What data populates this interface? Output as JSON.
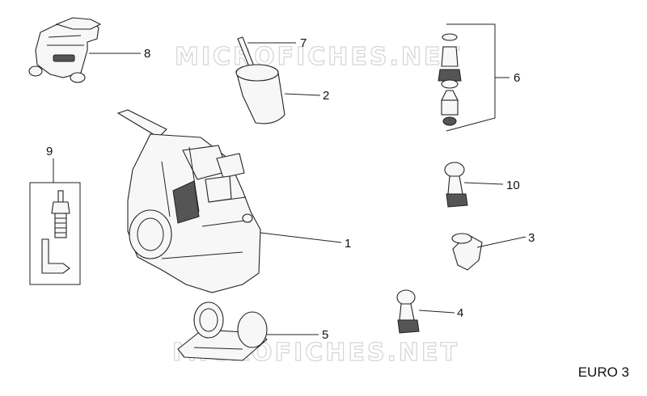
{
  "watermarks": [
    "MICROFICHES.NET",
    "MICROFICHES.NET"
  ],
  "callouts": [
    "1",
    "2",
    "3",
    "4",
    "5",
    "6",
    "7",
    "8",
    "9",
    "10"
  ],
  "caption": "EURO 3"
}
